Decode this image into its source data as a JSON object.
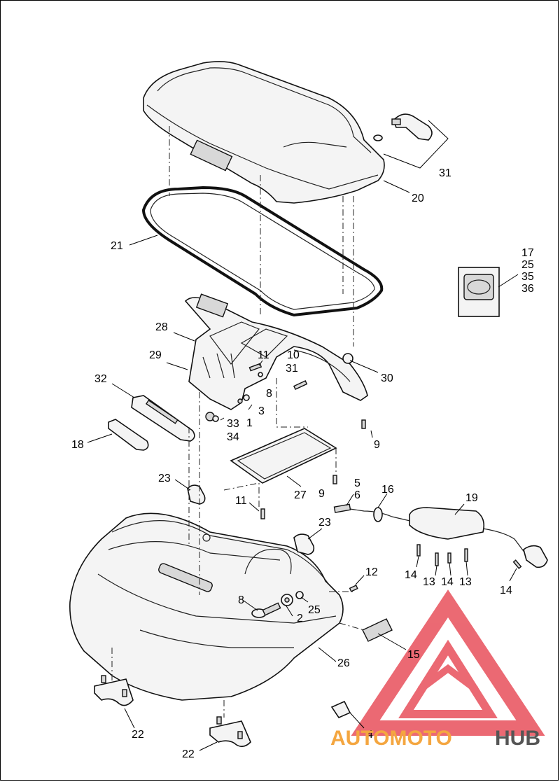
{
  "callouts": [
    {
      "id": "c31",
      "text": "31"
    },
    {
      "id": "c20",
      "text": "20"
    },
    {
      "id": "c21",
      "text": "21"
    },
    {
      "id": "c17",
      "text": "17"
    },
    {
      "id": "c25a",
      "text": "25"
    },
    {
      "id": "c35",
      "text": "35"
    },
    {
      "id": "c36",
      "text": "36"
    },
    {
      "id": "c28",
      "text": "28"
    },
    {
      "id": "c29",
      "text": "29"
    },
    {
      "id": "c11a",
      "text": "11"
    },
    {
      "id": "c10",
      "text": "10"
    },
    {
      "id": "c31b",
      "text": "31"
    },
    {
      "id": "c30",
      "text": "30"
    },
    {
      "id": "c8a",
      "text": "8"
    },
    {
      "id": "c32",
      "text": "32"
    },
    {
      "id": "c3",
      "text": "3"
    },
    {
      "id": "c1",
      "text": "1"
    },
    {
      "id": "c33",
      "text": "33"
    },
    {
      "id": "c34",
      "text": "34"
    },
    {
      "id": "c18",
      "text": "18"
    },
    {
      "id": "c9a",
      "text": "9"
    },
    {
      "id": "c23a",
      "text": "23"
    },
    {
      "id": "c5",
      "text": "5"
    },
    {
      "id": "c6",
      "text": "6"
    },
    {
      "id": "c16",
      "text": "16"
    },
    {
      "id": "c19",
      "text": "19"
    },
    {
      "id": "c9b",
      "text": "9"
    },
    {
      "id": "c27",
      "text": "27"
    },
    {
      "id": "c11b",
      "text": "11"
    },
    {
      "id": "c23b",
      "text": "23"
    },
    {
      "id": "c14a",
      "text": "14"
    },
    {
      "id": "c13a",
      "text": "13"
    },
    {
      "id": "c14b",
      "text": "14"
    },
    {
      "id": "c13b",
      "text": "13"
    },
    {
      "id": "c14c",
      "text": "14"
    },
    {
      "id": "c12",
      "text": "12"
    },
    {
      "id": "c8b",
      "text": "8"
    },
    {
      "id": "c2",
      "text": "2"
    },
    {
      "id": "c25b",
      "text": "25"
    },
    {
      "id": "c26",
      "text": "26"
    },
    {
      "id": "c15",
      "text": "15"
    },
    {
      "id": "c22a",
      "text": "22"
    },
    {
      "id": "c4",
      "text": "4"
    },
    {
      "id": "c22b",
      "text": "22"
    }
  ],
  "watermark": {
    "part1": "AUTOMOTO",
    "part2": "HUB",
    "colors": {
      "triangle": "#e8505b",
      "text_orange": "#f4a640",
      "text_gray": "#555555"
    }
  }
}
